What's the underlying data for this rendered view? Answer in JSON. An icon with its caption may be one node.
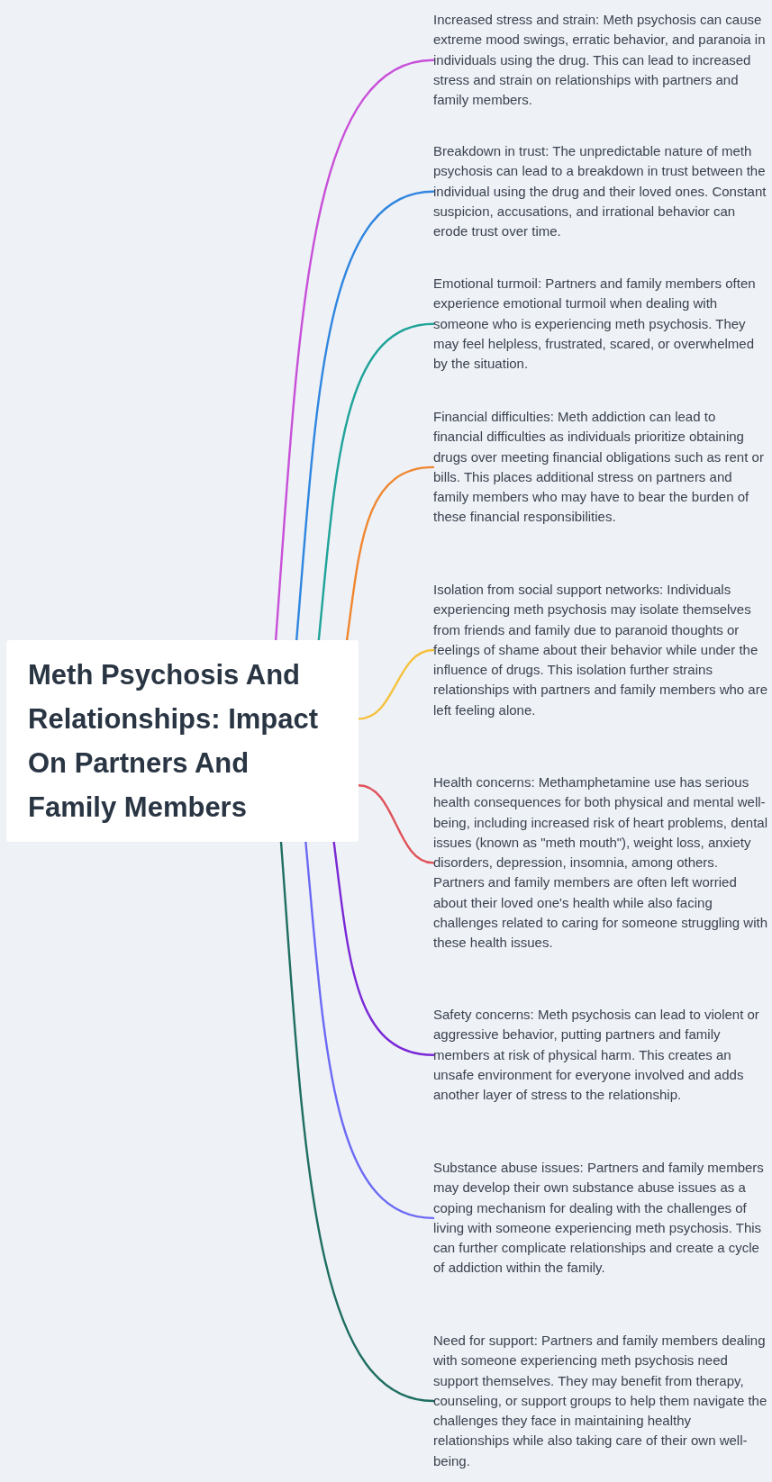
{
  "diagram": {
    "nodes": [
      {
        "text": [
          "Meth Psychosis And Relationships: Impact On Partners And Family Members"
        ]
      },
      {
        "text": [
          "Increased stress and strain: Meth psychosis can cause extreme mood swings, erratic behavior, and paranoia in individuals using the drug. This can lead to increased stress and strain on relationships with partners and family members."
        ]
      },
      {
        "text": [
          "Breakdown in trust: The unpredictable nature of meth psychosis can lead to a breakdown in trust between the individual using the drug and their loved ones. Constant suspicion, accusations, and irrational behavior can erode trust over time."
        ]
      },
      {
        "text": [
          "Emotional turmoil: Partners and family members often experience emotional turmoil when dealing with someone who is experiencing meth psychosis. They may feel helpless, frustrated, scared, or overwhelmed by the situation."
        ]
      },
      {
        "text": [
          "Financial difficulties: Meth addiction can lead to financial difficulties as individuals prioritize obtaining drugs over meeting financial obligations such as rent or bills. This places additional stress on partners and family members who may have to bear the burden of these financial responsibilities."
        ]
      },
      {
        "text": [
          "Isolation from social support networks: Individuals experiencing meth psychosis may isolate themselves from friends and family due to paranoid thoughts or feelings of shame about their behavior while under the influence of drugs. This isolation further strains relationships with partners and family members who are left feeling alone."
        ]
      },
      {
        "text": [
          "Health concerns: Methamphetamine use has serious health consequences for both physical and mental well-being, including increased risk of heart problems, dental issues (known as \"meth mouth\"), weight loss, anxiety disorders, depression, insomnia, among others. Partners and family members are often left worried about their loved one's health while also facing challenges related to caring for someone struggling with these health issues."
        ]
      },
      {
        "text": [
          "Safety concerns: Meth psychosis can lead to violent or aggressive behavior, putting partners and family members at risk of physical harm. This creates an unsafe environment for everyone involved and adds another layer of stress to the relationship."
        ]
      },
      {
        "text": [
          "Substance abuse issues: Partners and family members may develop their own substance abuse issues as a coping mechanism for dealing with the challenges of living with someone experiencing meth psychosis. This can further complicate relationships and create a cycle of addiction within the family."
        ]
      },
      {
        "text": [
          "Need for support: Partners and family members dealing with someone experiencing meth psychosis need support themselves. They may benefit from therapy, counseling, or support groups to help them navigate the challenges they face in maintaining healthy relationships while also taking care of their own well-being."
        ]
      }
    ],
    "edges": [
      {
        "from": 0,
        "to": 1,
        "arrow": "none",
        "color": "#c850d8"
      },
      {
        "from": 0,
        "to": 2,
        "arrow": "none",
        "color": "#2f86e0"
      },
      {
        "from": 0,
        "to": 3,
        "arrow": "none",
        "color": "#1fa39a"
      },
      {
        "from": 0,
        "to": 4,
        "arrow": "none",
        "color": "#f0862e"
      },
      {
        "from": 0,
        "to": 5,
        "arrow": "none",
        "color": "#f6c13a"
      },
      {
        "from": 0,
        "to": 6,
        "arrow": "none",
        "color": "#e0525a"
      },
      {
        "from": 0,
        "to": 7,
        "arrow": "none",
        "color": "#7a28d6"
      },
      {
        "from": 0,
        "to": 8,
        "arrow": "none",
        "color": "#6b6af5"
      },
      {
        "from": 0,
        "to": 9,
        "arrow": "none",
        "color": "#1e6e61"
      }
    ]
  }
}
